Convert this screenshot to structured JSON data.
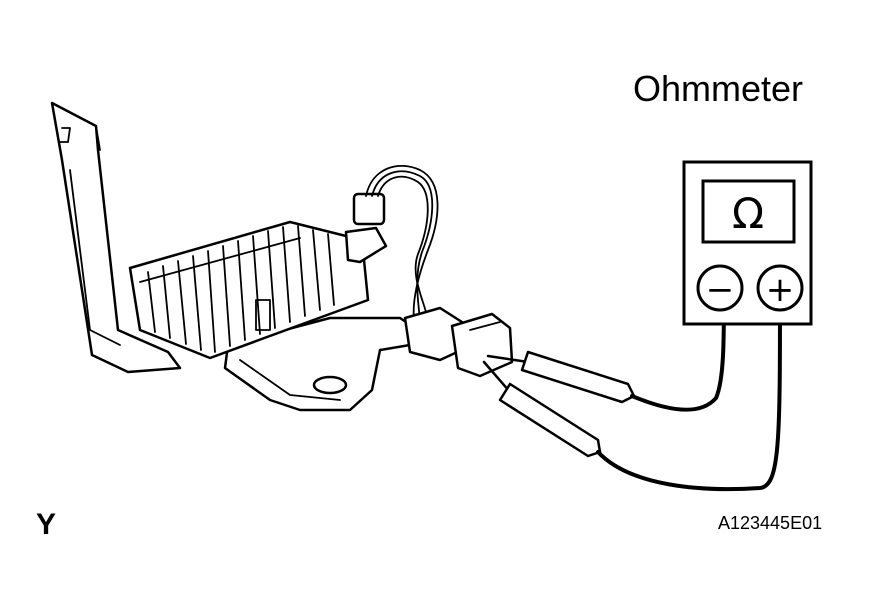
{
  "diagram": {
    "title": "Ohmmeter",
    "view_marker": "Y",
    "figure_code": "A123445E01",
    "meter": {
      "display_symbol": "Ω",
      "negative_terminal": "−",
      "positive_terminal": "+"
    }
  }
}
